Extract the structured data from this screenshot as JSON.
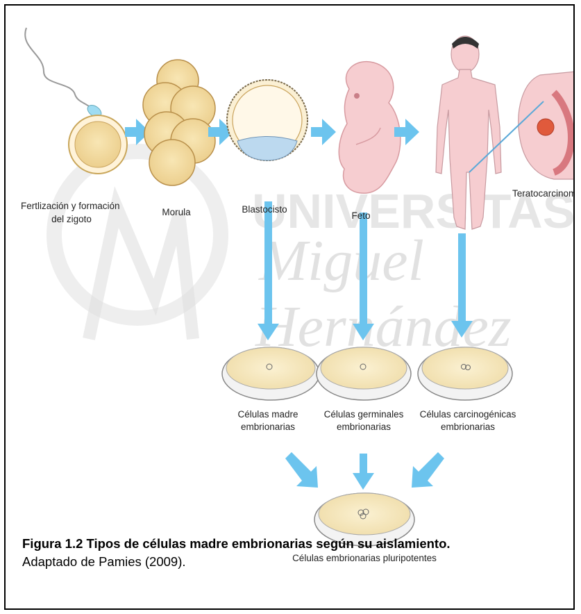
{
  "labels": {
    "fertilization": [
      "Fertlización y formación",
      "del zigoto"
    ],
    "morula": "Morula",
    "blastocyst": "Blastocisto",
    "fetus": "Feto",
    "teratocarcinoma": "Teratocarcinoma",
    "embryonic_stem": [
      "Células madre",
      "embrionarias"
    ],
    "embryonic_germ": [
      "Células germinales",
      "embrionarias"
    ],
    "embryonic_carcinoma": [
      "Células carcinogénicas",
      "embrionarias"
    ],
    "pluripotent": "Células embrionarias pluripotentes"
  },
  "watermark": {
    "line1": "UNIVERSITAS",
    "line2": "Miguel",
    "line3": "Hernández"
  },
  "caption": {
    "title": "Figura 1.2 Tipos de células madre embrionarias según su aislamiento.",
    "source": "Adaptado de Pamies (2009)."
  },
  "colors": {
    "arrow": "#6cc4ee",
    "skin": "#f6cdd0",
    "dish_fill": "#f7ebc6",
    "cell_fill": "#f3ddb0"
  }
}
